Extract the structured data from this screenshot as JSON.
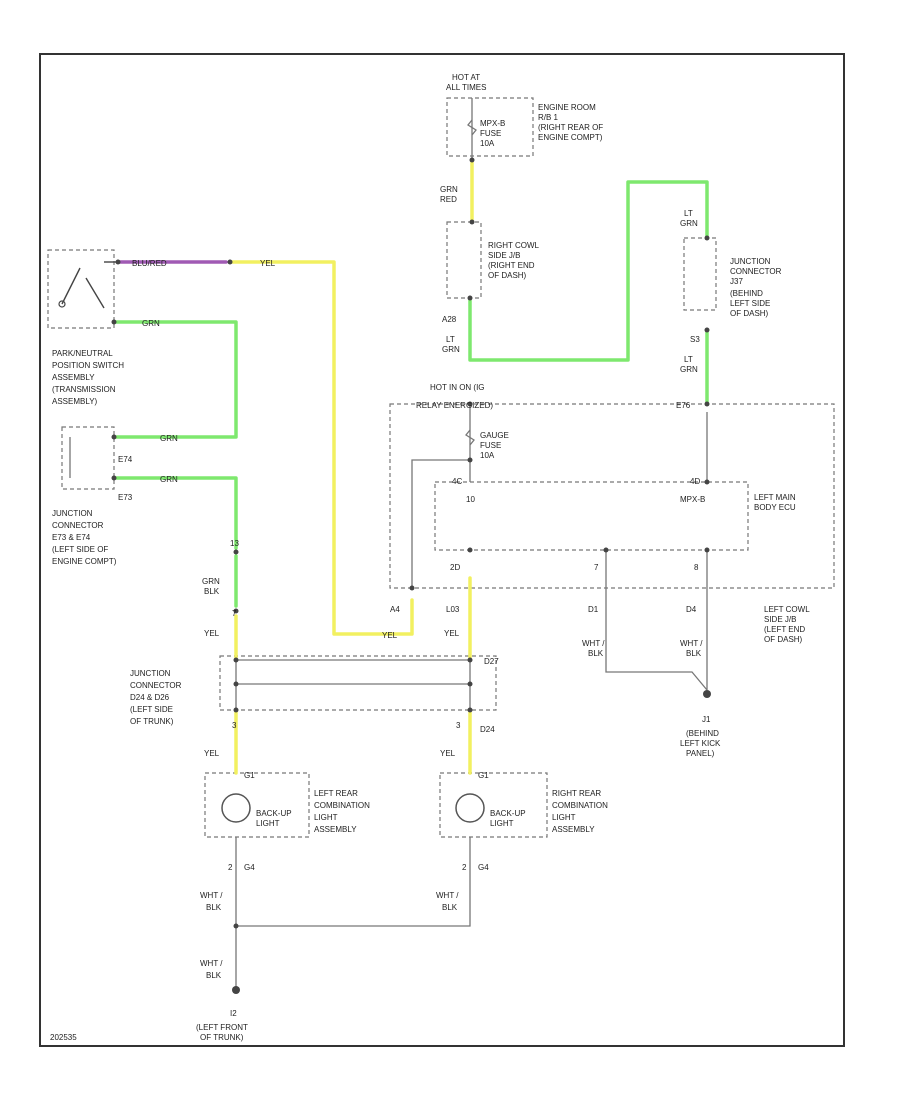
{
  "colors": {
    "yel": "#f2f060",
    "grn": "#7ee86e",
    "purple": "#a05ab4",
    "wire_gray": "#777777"
  },
  "labels": {
    "hot_at": "HOT AT",
    "hot_at_2": "ALL TIMES",
    "engine_room_jb": "ENGINE ROOM",
    "engine_room_jb_2": "R/B 1",
    "engine_room_jb_3": "(RIGHT REAR OF",
    "engine_room_jb_4": "ENGINE COMPT)",
    "mpx_fuse": "MPX-B",
    "mpx_fuse_2": "FUSE",
    "mpx_fuse_3": "10A",
    "wire_grn_red": "GRN",
    "wire_grn_red_2": "RED",
    "right_cowl_jb": "RIGHT COWL",
    "right_cowl_jb_2": "SIDE J/B",
    "right_cowl_jb_3": "(RIGHT END",
    "right_cowl_jb_4": "OF DASH)",
    "conn_a28": "A28",
    "wire_lt_grn_1": "LT",
    "wire_lt_grn_1b": "GRN",
    "wire_lt_grn_2": "LT",
    "wire_lt_grn_2b": "GRN",
    "junction_conn_j37": "JUNCTION",
    "junction_conn_j37_2": "CONNECTOR",
    "junction_conn_j37_3": "J37",
    "junction_conn_j37_4": "(BEHIND",
    "junction_conn_j37_5": "LEFT SIDE",
    "junction_conn_j37_6": "OF DASH)",
    "conn_s3": "S3",
    "wire_lt_grn_3": "LT",
    "wire_lt_grn_3b": "GRN",
    "hot_ign": "HOT IN ON (IG",
    "hot_ign_2": "RELAY ENERGIZED)",
    "conn_e76": "E76",
    "gauge_fuse": "GAUGE",
    "gauge_fuse_2": "FUSE",
    "gauge_fuse_3": "10A",
    "pin_4c": "4C",
    "pin_10": "10",
    "mpx_b": "MPX-B",
    "left_main_ecu": "LEFT MAIN",
    "left_main_ecu_2": "BODY ECU",
    "pin_4d": "4D",
    "pin_2d": "2D",
    "pin_7": "7",
    "pin_8": "8",
    "conn_a4": "A4",
    "conn_l0": "L03",
    "conn_d1": "D1",
    "conn_d4": "D4",
    "left_cowl_jb": "LEFT COWL",
    "left_cowl_jb_2": "SIDE J/B",
    "left_cowl_jb_3": "(LEFT END",
    "left_cowl_jb_4": "OF DASH)",
    "wht_blk_1": "WHT /",
    "wht_blk_1b": "BLK",
    "wht_blk_2": "WHT /",
    "wht_blk_2b": "BLK",
    "ground_j1": "J1",
    "ground_j1_2": "(BEHIND",
    "ground_j1_3": "LEFT KICK",
    "ground_j1_4": "PANEL)",
    "wire_blu_red": "BLU/RED",
    "wire_yel_1": "YEL",
    "pnp_switch": "PARK/NEUTRAL",
    "pnp_switch_2": "POSITION SWITCH",
    "pnp_switch_3": "ASSEMBLY",
    "pnp_switch_4": "(TRANSMISSION",
    "pnp_switch_5": "ASSEMBLY)",
    "wire_grn_1": "GRN",
    "wire_grn_2": "GRN",
    "wire_grn_3": "GRN",
    "conn_e74": "E74",
    "conn_e73": "E73",
    "junction_e73": "JUNCTION",
    "junction_e73_2": "CONNECTOR",
    "junction_e73_3": "E73 & E74",
    "junction_e73_4": "(LEFT SIDE OF",
    "junction_e73_5": "ENGINE COMPT)",
    "wire_grn_blk": "GRN",
    "wire_grn_blk_2": "BLK",
    "pin_13": "13",
    "pin_7b": "7",
    "wire_yel_2": "YEL",
    "wire_yel_3": "YEL",
    "wire_yel_4": "YEL",
    "junction_d24": "JUNCTION",
    "junction_d24_2": "CONNECTOR",
    "junction_d24_3": "D24 & D26",
    "junction_d24_4": "(LEFT SIDE",
    "junction_d24_5": "OF TRUNK)",
    "conn_d27": "D27",
    "pin_3": "3",
    "pin_3b": "3",
    "conn_d24": "D24",
    "wire_yel_5": "YEL",
    "wire_yel_6": "YEL",
    "conn_g1": "G1",
    "conn_g1b": "G1",
    "left_rear_light": "LEFT REAR",
    "left_rear_light_2": "COMBINATION",
    "left_rear_light_3": "LIGHT",
    "left_rear_light_4": "ASSEMBLY",
    "right_rear_light": "RIGHT REAR",
    "right_rear_light_2": "COMBINATION",
    "right_rear_light_3": "LIGHT",
    "right_rear_light_4": "ASSEMBLY",
    "backup_light": "BACK-UP",
    "backup_light_2": "LIGHT",
    "backup_light_b": "BACK-UP",
    "backup_light_b2": "LIGHT",
    "pin_2": "2",
    "pin_2b": "2",
    "conn_g4": "G4",
    "conn_g4b": "G4",
    "wht_blk_3": "WHT /",
    "wht_blk_3b": "BLK",
    "wht_blk_4": "WHT /",
    "wht_blk_4b": "BLK",
    "wht_blk_5": "WHT /",
    "wht_blk_5b": "BLK",
    "ground_i2": "I2",
    "ground_i2_2": "(LEFT FRONT",
    "ground_i2_3": "OF TRUNK)",
    "code": "202535"
  }
}
